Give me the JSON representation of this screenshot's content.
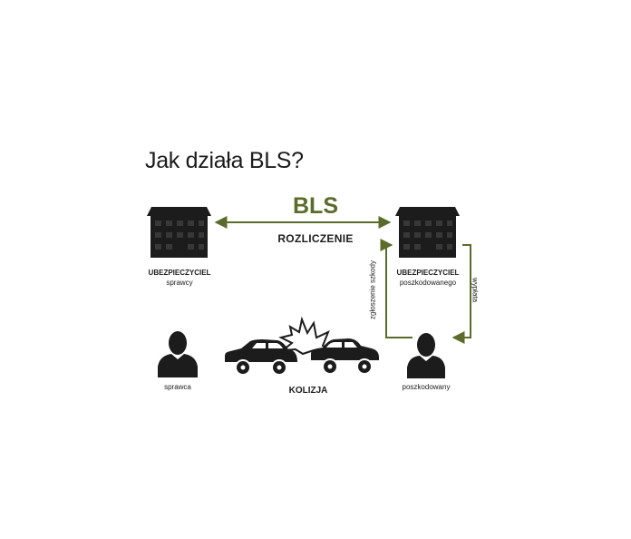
{
  "title": "Jak działa BLS?",
  "center": {
    "bls": "BLS",
    "rozliczenie": "ROZLICZENIE"
  },
  "insurer_left": {
    "name": "UBEZPIECZYCIEL",
    "sub": "sprawcy"
  },
  "insurer_right": {
    "name": "UBEZPIECZYCIEL",
    "sub": "poszkodowanego"
  },
  "flows": {
    "claim": "zgłoszenie szkody",
    "payout": "wypłata"
  },
  "people": {
    "perpetrator": "sprawca",
    "victim": "poszkodowany"
  },
  "collision": "KOLIZJA",
  "colors": {
    "accent": "#5b6b2a",
    "dark": "#1c1c1c"
  }
}
